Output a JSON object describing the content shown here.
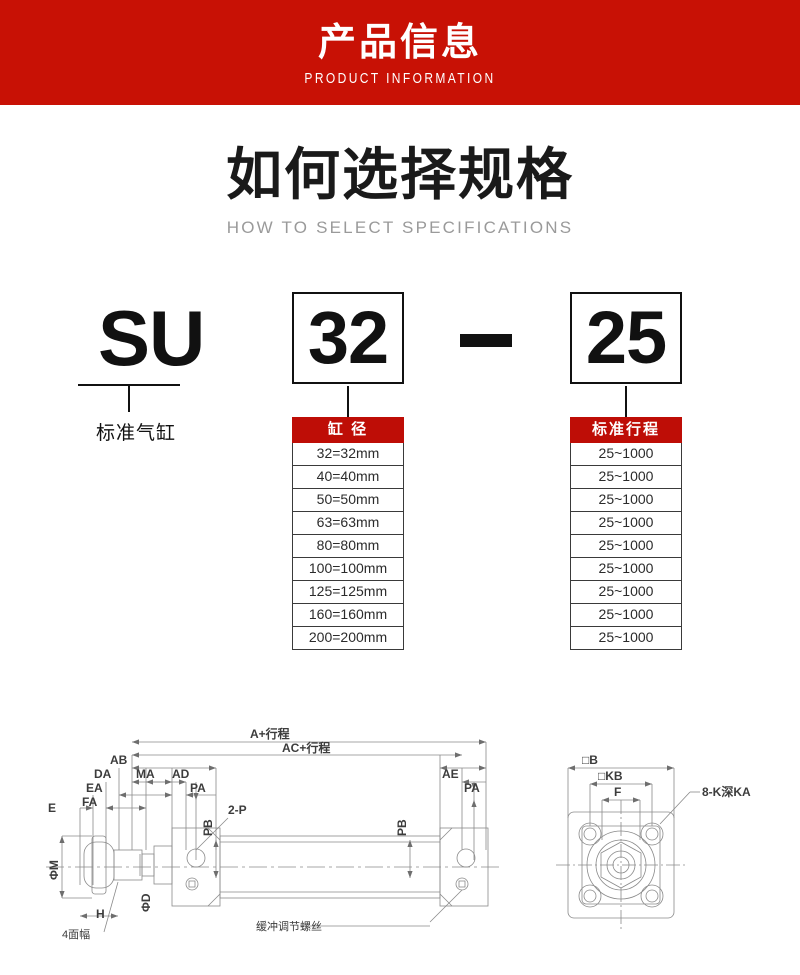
{
  "banner": {
    "title_cn": "产品信息",
    "title_en": "PRODUCT INFORMATION",
    "bg_color": "#c81105"
  },
  "section": {
    "title_cn": "如何选择规格",
    "title_en": "HOW TO SELECT SPECIFICATIONS"
  },
  "model_code": {
    "series": "SU",
    "series_label": "标准气缸",
    "bore": "32",
    "separator": "–",
    "stroke": "25"
  },
  "bore_table": {
    "header": "缸 径",
    "header_color": "#be0d06",
    "rows": [
      "32=32mm",
      "40=40mm",
      "50=50mm",
      "63=63mm",
      "80=80mm",
      "100=100mm",
      "125=125mm",
      "160=160mm",
      "200=200mm"
    ]
  },
  "stroke_table": {
    "header": "标准行程",
    "header_color": "#be0d06",
    "rows": [
      "25~1000",
      "25~1000",
      "25~1000",
      "25~1000",
      "25~1000",
      "25~1000",
      "25~1000",
      "25~1000",
      "25~1000"
    ]
  },
  "drawing": {
    "labels": {
      "a_stroke": "A+行程",
      "ac_stroke": "AC+行程",
      "ab": "AB",
      "da": "DA",
      "ma": "MA",
      "ad": "AD",
      "ea": "EA",
      "fa": "FA",
      "pa_left": "PA",
      "pa_right": "PA",
      "ae": "AE",
      "two_p": "2-P",
      "pb_left": "PB",
      "pb_right": "PB",
      "e": "E",
      "phi_m": "ΦM",
      "h": "H",
      "phi_d": "ΦD",
      "four_face": "4面幅",
      "cushion_screw": "缓冲调节螺丝",
      "b_square": "□B",
      "kb_square": "□KB",
      "f": "F",
      "bolt_note": "8-K深KA"
    }
  }
}
